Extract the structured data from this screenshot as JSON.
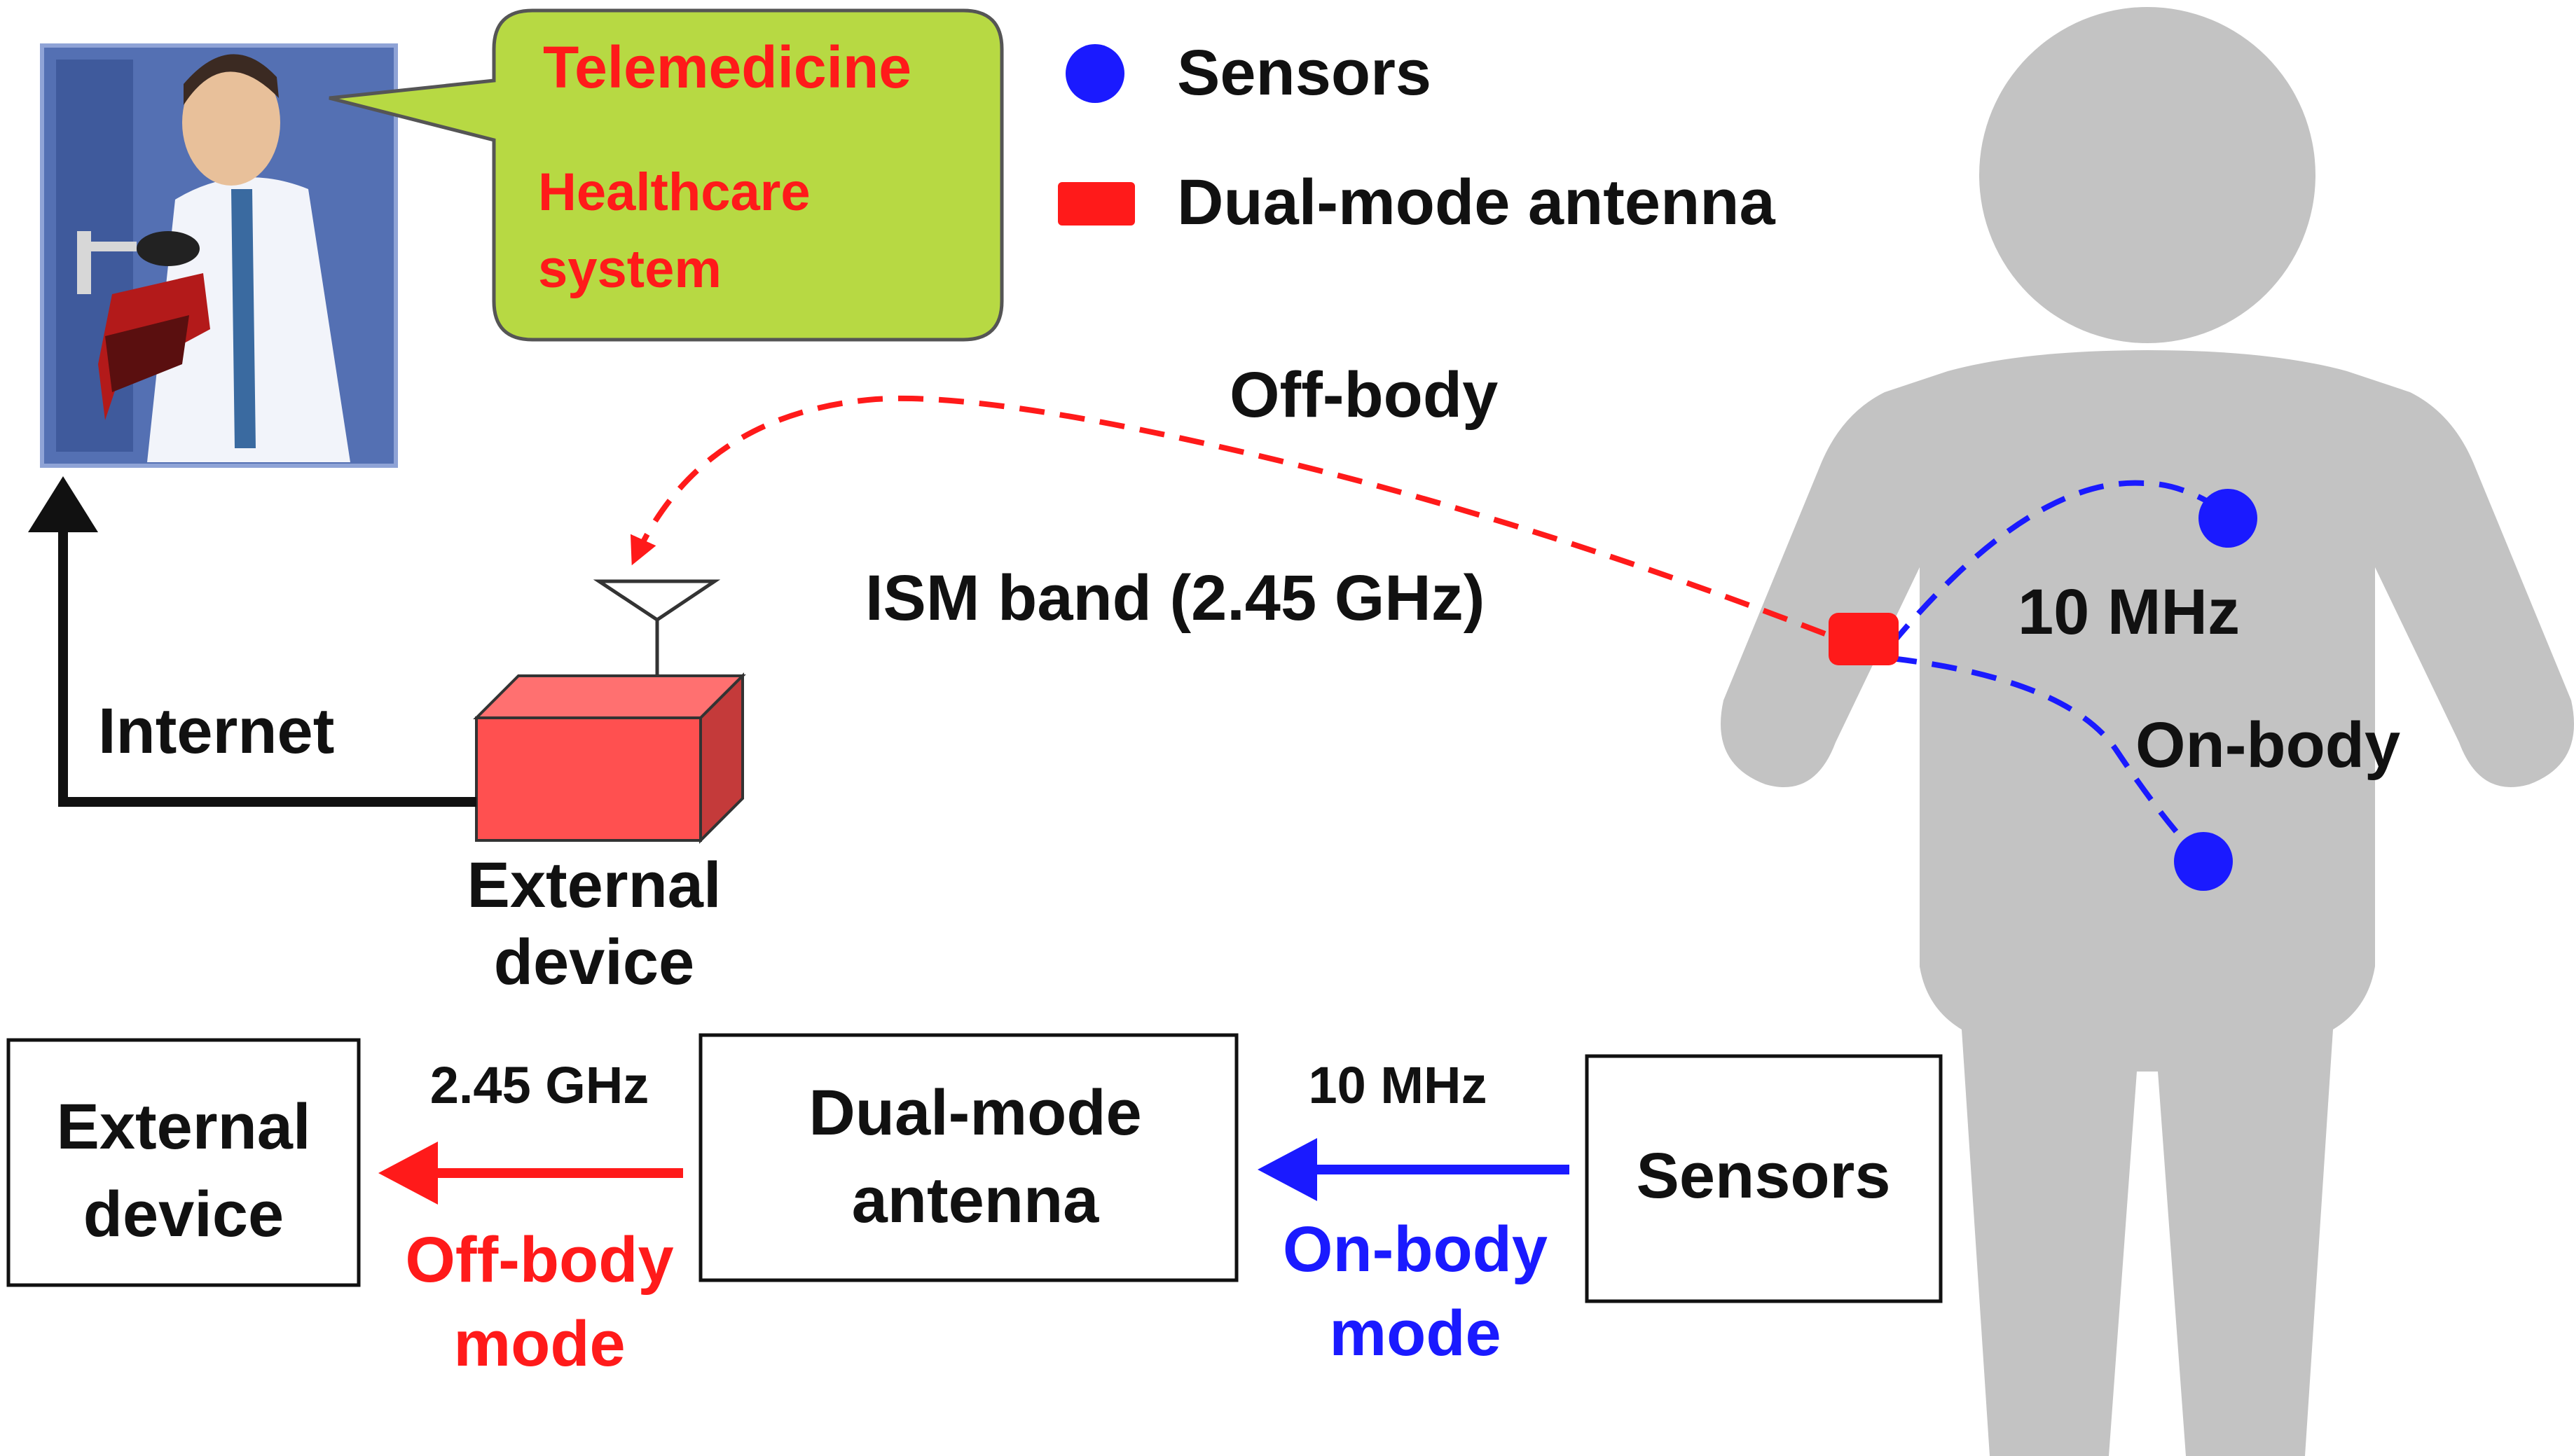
{
  "speech_bubble": {
    "title": "Telemedicine",
    "line1": "Healthcare",
    "line2": "system"
  },
  "legend": {
    "sensors": "Sensors",
    "antenna": "Dual-mode antenna"
  },
  "links": {
    "off_body": "Off-body",
    "ism_band": "ISM band (2.45 GHz)",
    "freq_on_body": "10 MHz",
    "on_body": "On-body",
    "internet": "Internet"
  },
  "external_device_label": {
    "line1": "External",
    "line2": "device"
  },
  "flow": {
    "box_external_line1": "External",
    "box_external_line2": "device",
    "box_antenna_line1": "Dual-mode",
    "box_antenna_line2": "antenna",
    "box_sensors": "Sensors",
    "freq_off": "2.45 GHz",
    "off_mode_line1": "Off-body",
    "off_mode_line2": "mode",
    "freq_on": "10 MHz",
    "on_mode_line1": "On-body",
    "on_mode_line2": "mode"
  },
  "colors": {
    "off_body": "#ff1a1a",
    "on_body": "#1a1aff",
    "bubble": "#b7d943",
    "body": "#c3c3c3",
    "device": "#ff5050"
  }
}
